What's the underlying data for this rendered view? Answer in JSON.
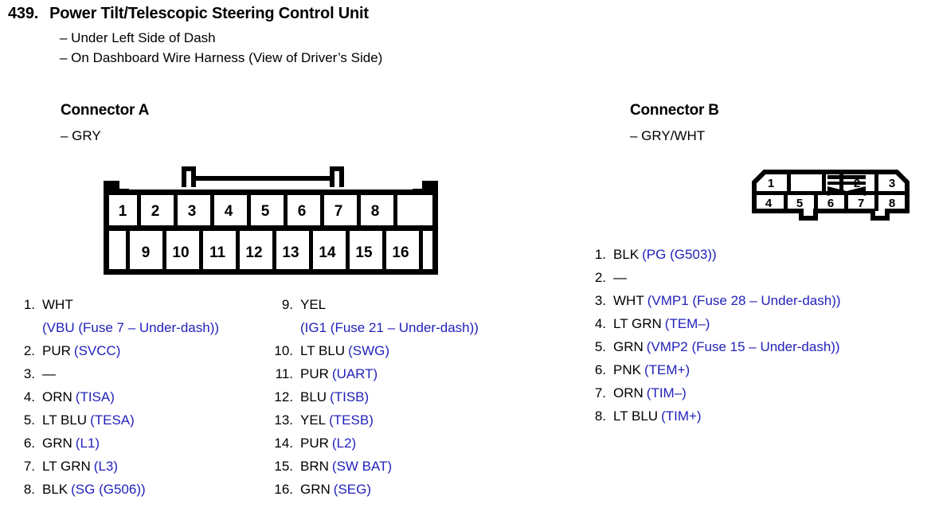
{
  "header": {
    "number": "439.",
    "title": "Power Tilt/Telescopic Steering Control Unit",
    "subtitles": [
      "– Under Left Side of Dash",
      "– On Dashboard Wire Harness (View of Driver’s Side)"
    ]
  },
  "colors": {
    "signal_blue": "#2222bb",
    "text_black": "#000000",
    "background": "#ffffff"
  },
  "connector_a": {
    "heading": "Connector A",
    "subheading": "– GRY",
    "top_row_pins": [
      "1",
      "2",
      "3",
      "4",
      "5",
      "6",
      "7",
      "8"
    ],
    "bottom_row_pins": [
      "9",
      "10",
      "11",
      "12",
      "13",
      "14",
      "15",
      "16"
    ],
    "pins_left": [
      {
        "idx": "1.",
        "color": "WHT",
        "signal": "",
        "cont": "(VBU (Fuse 7 – Under-dash))"
      },
      {
        "idx": "2.",
        "color": "PUR",
        "signal": "(SVCC)",
        "cont": ""
      },
      {
        "idx": "3.",
        "color": "—",
        "signal": "",
        "cont": ""
      },
      {
        "idx": "4.",
        "color": "ORN",
        "signal": "(TISA)",
        "cont": ""
      },
      {
        "idx": "5.",
        "color": "LT BLU",
        "signal": "(TESA)",
        "cont": ""
      },
      {
        "idx": "6.",
        "color": "GRN",
        "signal": "(L1)",
        "cont": ""
      },
      {
        "idx": "7.",
        "color": "LT GRN",
        "signal": "(L3)",
        "cont": ""
      },
      {
        "idx": "8.",
        "color": "BLK",
        "signal": "(SG (G506))",
        "cont": ""
      }
    ],
    "pins_right": [
      {
        "idx": "9.",
        "color": "YEL",
        "signal": "",
        "cont": "(IG1 (Fuse 21 – Under-dash))"
      },
      {
        "idx": "10.",
        "color": "LT BLU",
        "signal": "(SWG)",
        "cont": ""
      },
      {
        "idx": "11.",
        "color": "PUR",
        "signal": "(UART)",
        "cont": ""
      },
      {
        "idx": "12.",
        "color": "BLU",
        "signal": "(TISB)",
        "cont": ""
      },
      {
        "idx": "13.",
        "color": "YEL",
        "signal": "(TESB)",
        "cont": ""
      },
      {
        "idx": "14.",
        "color": "PUR",
        "signal": "(L2)",
        "cont": ""
      },
      {
        "idx": "15.",
        "color": "BRN",
        "signal": "(SW BAT)",
        "cont": ""
      },
      {
        "idx": "16.",
        "color": "GRN",
        "signal": "(SEG)",
        "cont": ""
      }
    ]
  },
  "connector_b": {
    "heading": "Connector B",
    "subheading": "– GRY/WHT",
    "top_row_pins": [
      "1",
      "",
      "2",
      "3"
    ],
    "bottom_row_pins": [
      "4",
      "5",
      "6",
      "7",
      "8"
    ],
    "blocked_cavity_marker": "crossed-out-cavity",
    "pins": [
      {
        "idx": "1.",
        "color": "BLK",
        "signal": "(PG (G503))"
      },
      {
        "idx": "2.",
        "color": "—",
        "signal": ""
      },
      {
        "idx": "3.",
        "color": "WHT",
        "signal": "(VMP1 (Fuse 28 – Under-dash))"
      },
      {
        "idx": "4.",
        "color": "LT GRN",
        "signal": "(TEM–)"
      },
      {
        "idx": "5.",
        "color": "GRN",
        "signal": "(VMP2 (Fuse 15 – Under-dash))"
      },
      {
        "idx": "6.",
        "color": "PNK",
        "signal": "(TEM+)"
      },
      {
        "idx": "7.",
        "color": "ORN",
        "signal": "(TIM–)"
      },
      {
        "idx": "8.",
        "color": "LT BLU",
        "signal": "(TIM+)"
      }
    ]
  }
}
